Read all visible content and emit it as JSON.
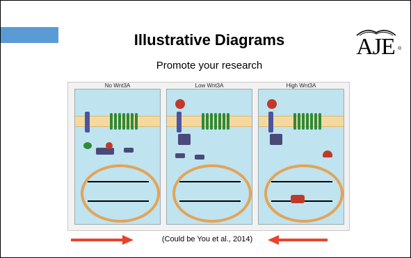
{
  "slide": {
    "title": "Illustrative Diagrams",
    "subtitle": "Promote your research",
    "caption": "(Could be You et al., 2014)"
  },
  "logo": {
    "text": "AJE",
    "reg_mark": "®"
  },
  "figure": {
    "panels": [
      {
        "label": "No Wnt3A"
      },
      {
        "label": "Low Wnt3A"
      },
      {
        "label": "High Wnt3A"
      }
    ]
  },
  "colors": {
    "accent_bar": "#5b9bd5",
    "arrow": "#e8432b",
    "cell_background": "#bfe3ef",
    "membrane": "#f3d9a0",
    "nucleus_border": "#e3a457",
    "receptor_green": "#2d8a3a"
  }
}
